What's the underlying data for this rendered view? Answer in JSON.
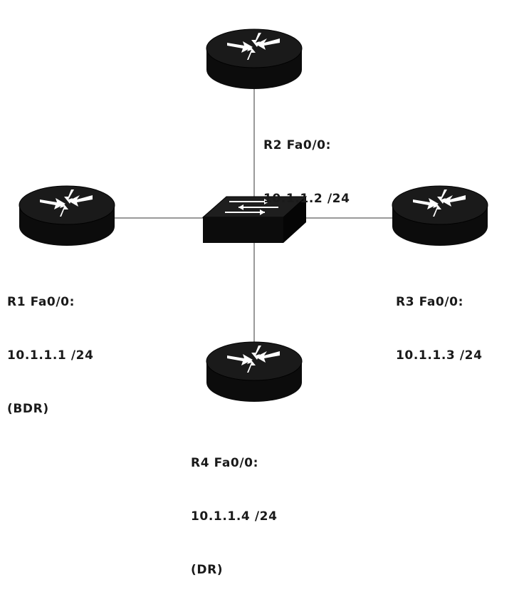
{
  "routers": {
    "r1": {
      "line1": "R1 Fa0/0:",
      "line2": "10.1.1.1 /24",
      "line3": "(BDR)"
    },
    "r2": {
      "line1": "R2 Fa0/0:",
      "line2": "10.1.1.2 /24"
    },
    "r3": {
      "line1": "R3 Fa0/0:",
      "line2": "10.1.1.3 /24"
    },
    "r4": {
      "line1": "R4 Fa0/0:",
      "line2": "10.1.1.4 /24",
      "line3": "(DR)"
    }
  },
  "colors": {
    "device": "#0c0c0c",
    "link": "#9a9a9a",
    "arrow": "#ffffff"
  }
}
